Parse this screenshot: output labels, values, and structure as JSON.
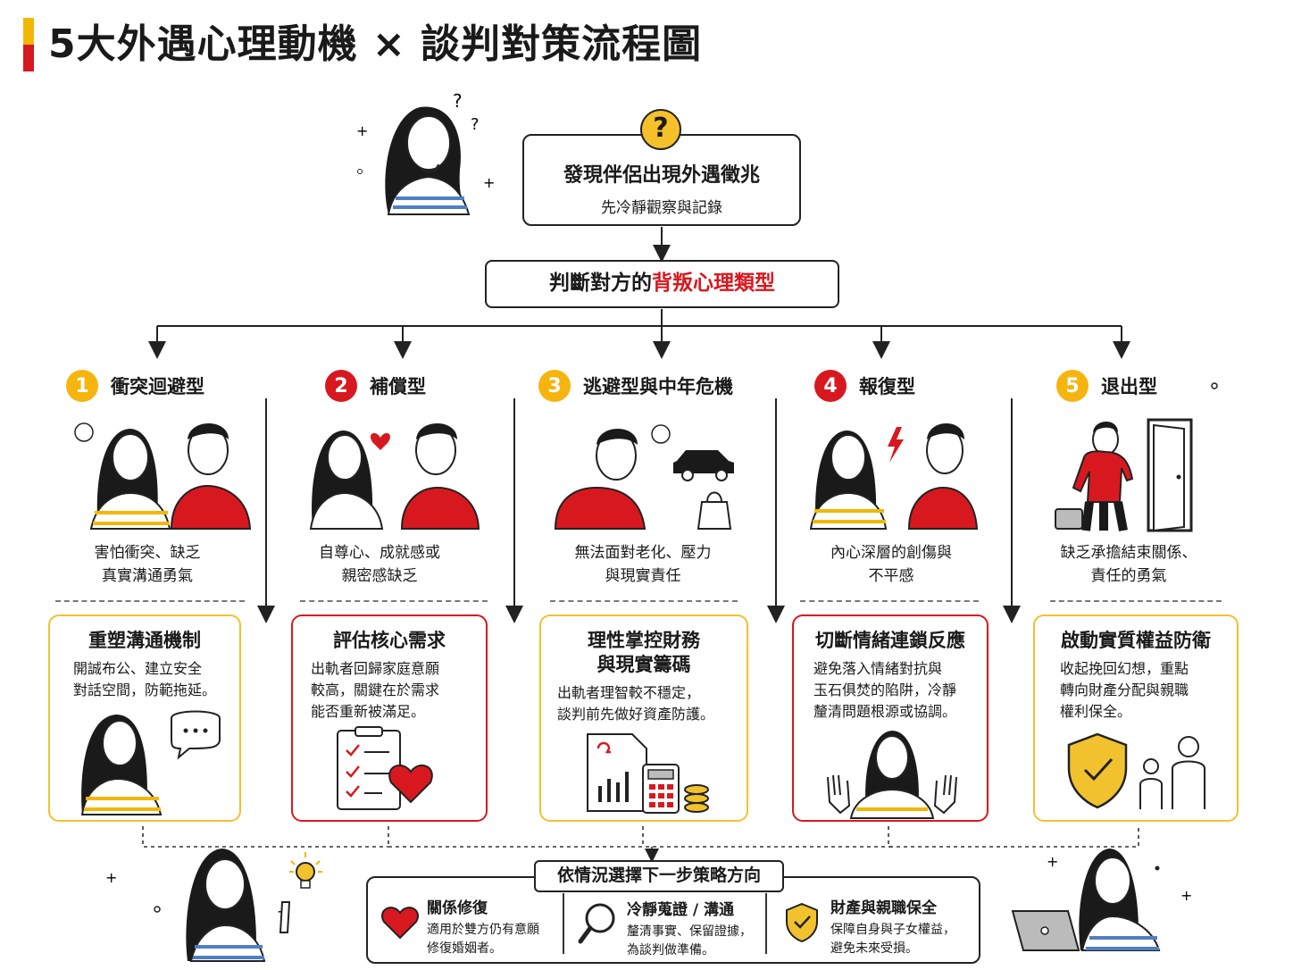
{
  "title": "5大外遇心理動機 × 談判對策流程圖",
  "top": {
    "icon": "question-mark-icon",
    "title": "發現伴侶出現外遇徵兆",
    "subtitle": "先冷靜觀察與記錄"
  },
  "judge": {
    "prefix": "判斷對方的",
    "highlight": "背叛心理類型"
  },
  "types": [
    {
      "num": "1",
      "name": "衝突迴避型",
      "desc1": "害怕衝突、缺乏",
      "desc2": "真實溝通勇氣",
      "card_title1": "重塑溝通機制",
      "card_title2": "",
      "card_body": [
        "開誠布公、建立安全",
        "對話空間，防範拖延。"
      ]
    },
    {
      "num": "2",
      "name": "補償型",
      "desc1": "自尊心、成就感或",
      "desc2": "親密感缺乏",
      "card_title1": "評估核心需求",
      "card_title2": "",
      "card_body": [
        "出軌者回歸家庭意願",
        "較高，關鍵在於需求",
        "能否重新被滿足。"
      ]
    },
    {
      "num": "3",
      "name": "逃避型與中年危機",
      "desc1": "無法面對老化、壓力",
      "desc2": "與現實責任",
      "card_title1": "理性掌控財務",
      "card_title2": "與現實籌碼",
      "card_body": [
        "出軌者理智較不穩定，",
        "談判前先做好資產防護。"
      ]
    },
    {
      "num": "4",
      "name": "報復型",
      "desc1": "內心深層的創傷與",
      "desc2": "不平感",
      "card_title1": "切斷情緒連鎖反應",
      "card_title2": "",
      "card_body": [
        "避免落入情緒對抗與",
        "玉石俱焚的陷阱，冷靜",
        "釐清問題根源或協調。"
      ]
    },
    {
      "num": "5",
      "name": "退出型",
      "desc1": "缺乏承擔結束關係、",
      "desc2": "責任的勇氣",
      "card_title1": "啟動實質權益防衛",
      "card_title2": "",
      "card_body": [
        "收起挽回幻想，重點",
        "轉向財產分配與親職",
        "權利保全。"
      ]
    }
  ],
  "strategy": {
    "title": "依情況選擇下一步策略方向",
    "items": [
      {
        "icon": "heart-icon",
        "title": "關係修復",
        "desc1": "適用於雙方仍有意願",
        "desc2": "修復婚姻者。"
      },
      {
        "icon": "magnifier-icon",
        "title": "冷靜蒐證 / 溝通",
        "desc1": "釐清事實、保留證據，",
        "desc2": "為談判做準備。"
      },
      {
        "icon": "shield-check-icon",
        "title": "財產與親職保全",
        "desc1": "保障自身與子女權益，",
        "desc2": "避免未來受損。"
      }
    ]
  },
  "colors": {
    "red": "#d7191f",
    "yellow": "#f2c12e",
    "ink": "#1a1a1a"
  }
}
